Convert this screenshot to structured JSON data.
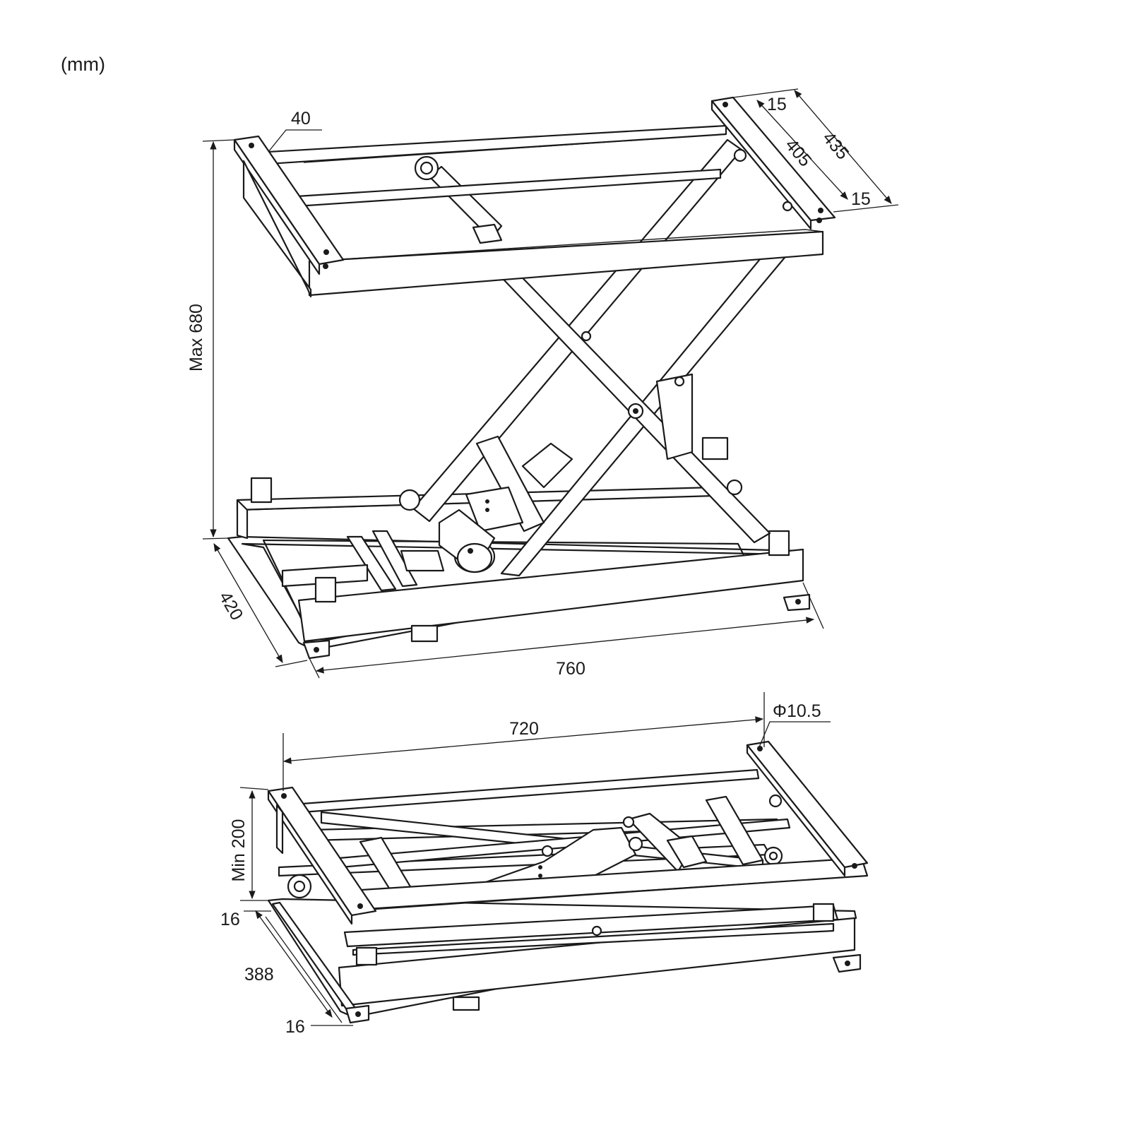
{
  "unit_label": "(mm)",
  "dimensions": {
    "top_tube": "40",
    "top_edge_a": "15",
    "top_depth_outer": "435",
    "top_depth_inner": "405",
    "top_edge_b": "15",
    "max_height": "Max 680",
    "base_depth": "420",
    "base_length": "760",
    "hole_span": "720",
    "hole_diameter": "Φ10.5",
    "min_height": "Min 200",
    "base_edge_a": "16",
    "base_depth_lowered": "388",
    "base_edge_b": "16"
  },
  "colors": {
    "line": "#1a1a1a",
    "background": "#ffffff"
  }
}
